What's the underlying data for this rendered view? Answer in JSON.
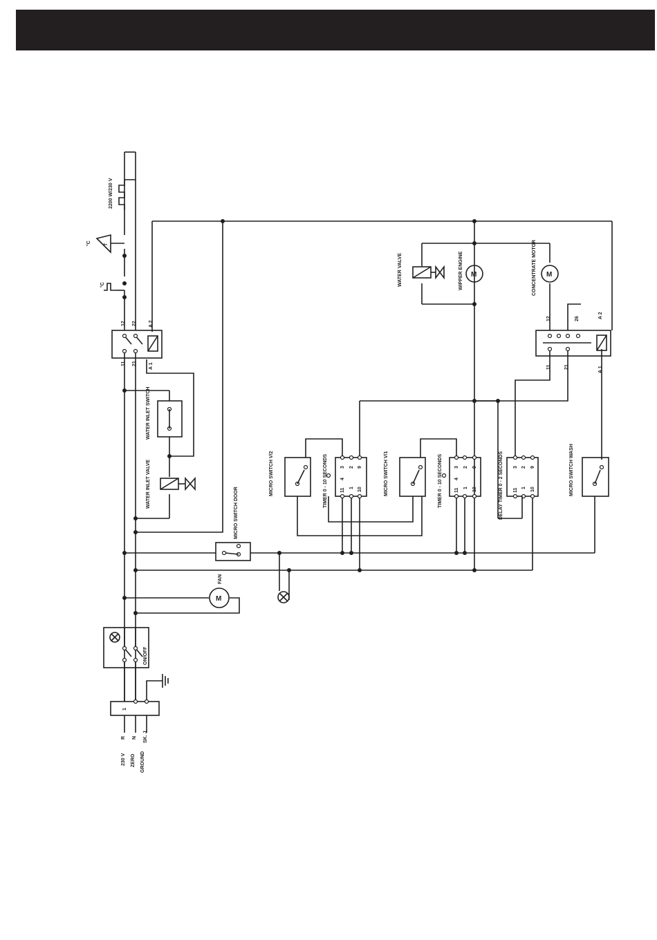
{
  "header": {
    "title": ""
  },
  "labels": {
    "heater": "2200 W/230 V",
    "thermostat_unit": "°C",
    "thermostat_t": "T",
    "thermostat2_unit": "°C",
    "water_inlet_switch": "WATER INLET SWITCH",
    "water_inlet_valve": "WATER INLET VALVE",
    "micro_switch_door": "MICRO SWITCH DOOR",
    "fan": "FAN",
    "on_off": "ON/OFF",
    "micro_switch_v2": "MICRO SWITCH V/2",
    "timer_v2": "TIMER 0 - 10 SECONDS",
    "micro_switch_v1": "MICRO SWITCH V/1",
    "timer_v1": "TIMER 0 - 10 SECONDS",
    "delay_timer": "DELAY TIMER 0 - 2 SECONDS",
    "micro_switch_wash": "MICRO SWITCH WASH",
    "water_valve": "WATER VALVE",
    "wipper_engine": "WIPPER ENGINE",
    "concentrate_motor": "CONCENTRATE MOTOR",
    "motor_symbol": "M",
    "supply_230v": "230 V",
    "supply_zero": "ZERO",
    "supply_ground": "GROUND",
    "supply_r": "R",
    "supply_n": "N",
    "supply_sk": "SK. J",
    "terminal_1": "1"
  },
  "contactor1_pins": {
    "p11": "11",
    "p21": "21",
    "pA1": "A 1",
    "p12": "12",
    "p22": "22",
    "pA2": "A 2"
  },
  "contactor2_pins": {
    "p11": "11",
    "p21": "21",
    "pA1": "A 1",
    "p12": "12",
    "p26": "26",
    "pA2": "A 2"
  },
  "timer_pins": {
    "p3": "3",
    "p2": "2",
    "p9": "9",
    "p11": "11",
    "p4": "4",
    "p1": "1",
    "p10": "10"
  }
}
